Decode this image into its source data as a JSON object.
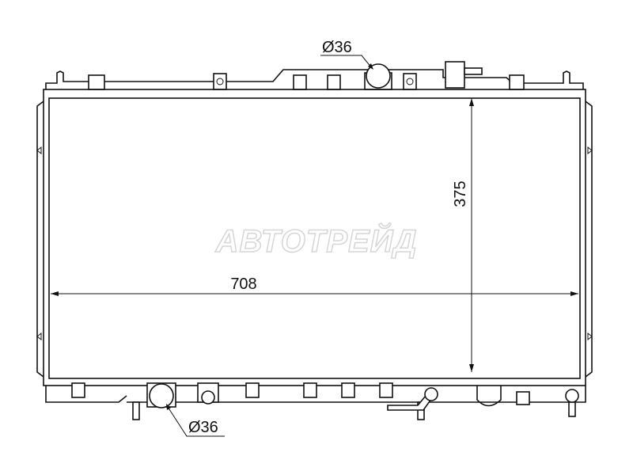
{
  "diagram": {
    "watermark": "АВТОТРЕЙД",
    "dimensions": {
      "width_label": "708",
      "height_label": "375",
      "top_pipe_label": "Ø36",
      "bottom_pipe_label": "Ø36"
    },
    "colors": {
      "line": "#111111",
      "background": "#ffffff",
      "watermark": "#d6d6d6"
    }
  }
}
